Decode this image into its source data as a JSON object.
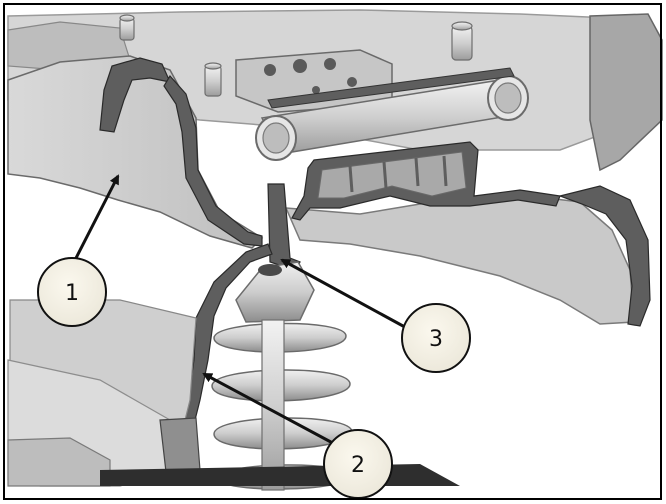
{
  "figure": {
    "callouts": [
      {
        "label": "1"
      },
      {
        "label": "2"
      },
      {
        "label": "3"
      }
    ],
    "colors": {
      "background": "#ffffff",
      "border": "#000000",
      "metal_light": "#e2e2e2",
      "metal_mid": "#bdbdbd",
      "metal_dark": "#8f8f8f",
      "panel_section": "#5e5e5e",
      "outline": "#1e1e1e"
    }
  }
}
